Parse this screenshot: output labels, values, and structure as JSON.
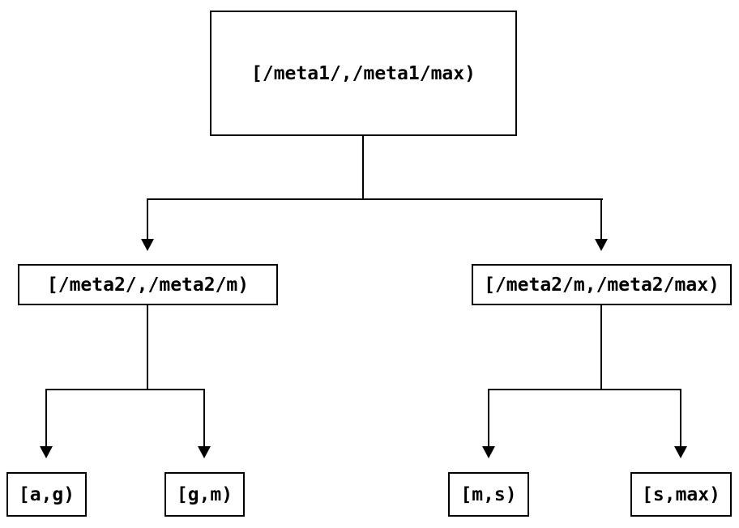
{
  "diagram": {
    "type": "tree",
    "colors": {
      "background": "#ffffff",
      "line": "#000000",
      "box_border": "#000000",
      "box_fill": "#ffffff",
      "text": "#000000"
    },
    "nodes": {
      "root": {
        "label": "[/meta1/,/meta1/max)"
      },
      "left_child": {
        "label": "[/meta2/,/meta2/m)"
      },
      "right_child": {
        "label": "[/meta2/m,/meta2/max)"
      },
      "leaf_ag": {
        "label": "[a,g)"
      },
      "leaf_gm": {
        "label": "[g,m)"
      },
      "leaf_ms": {
        "label": "[m,s)"
      },
      "leaf_smax": {
        "label": "[s,max)"
      }
    },
    "edges": [
      {
        "from": "root",
        "to": "left_child"
      },
      {
        "from": "root",
        "to": "right_child"
      },
      {
        "from": "left_child",
        "to": "leaf_ag"
      },
      {
        "from": "left_child",
        "to": "leaf_gm"
      },
      {
        "from": "right_child",
        "to": "leaf_ms"
      },
      {
        "from": "right_child",
        "to": "leaf_smax"
      }
    ]
  }
}
